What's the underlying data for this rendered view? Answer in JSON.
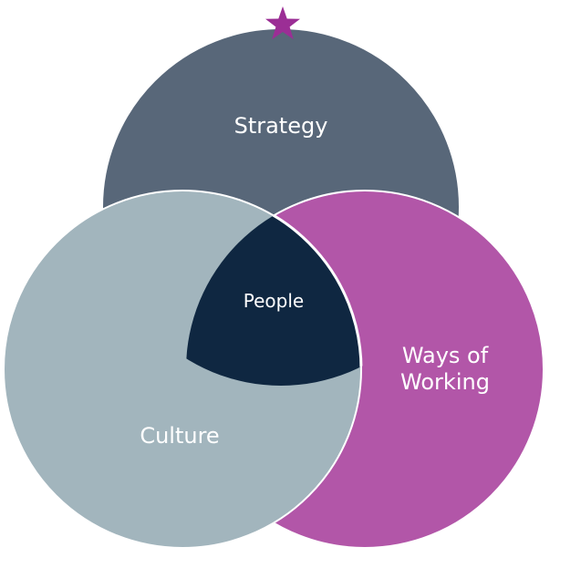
{
  "diagram": {
    "type": "venn",
    "circles": [
      {
        "id": "strategy",
        "label": "Strategy",
        "color": "#586779"
      },
      {
        "id": "culture",
        "label": "Culture",
        "color": "#a2b5bd"
      },
      {
        "id": "ways",
        "label_lines": [
          "Ways of",
          "Working"
        ],
        "color": "#b256a8"
      }
    ],
    "center": {
      "label": "People",
      "color": "#0f2741"
    },
    "outline_color": "#ffffff",
    "marker": {
      "icon": "star-icon",
      "color": "#9b2e95"
    }
  }
}
